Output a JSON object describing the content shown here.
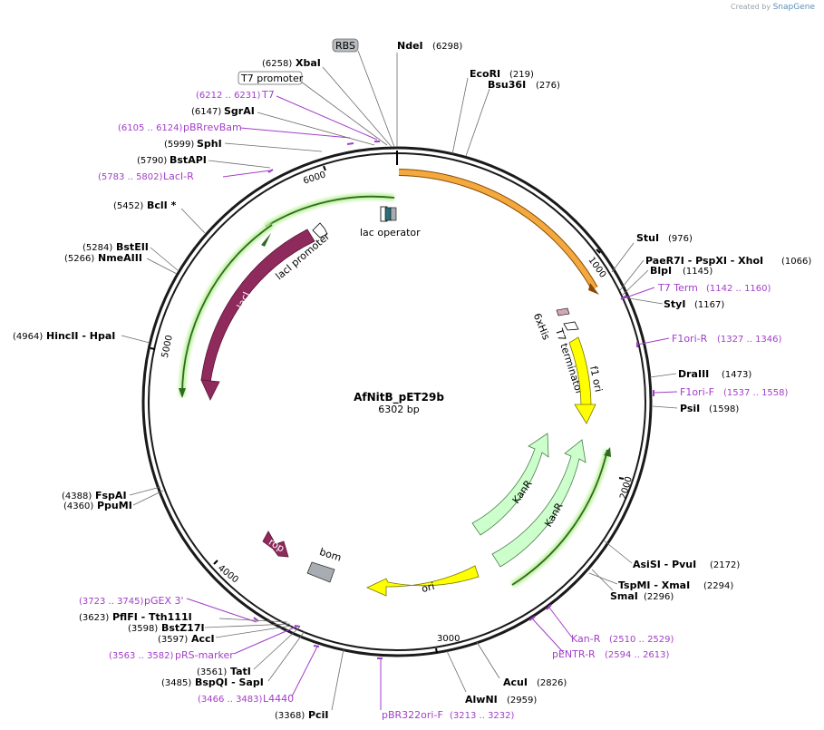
{
  "brand": {
    "prefix": "Created by",
    "name": "SnapGene"
  },
  "plasmid": {
    "name": "AfNitB_pET29b",
    "size": "6302 bp"
  },
  "ticks": [
    "1000",
    "2000",
    "3000",
    "4000",
    "5000",
    "6000"
  ],
  "enzymes": [
    {
      "name": "NdeI",
      "pos": "(6298)"
    },
    {
      "name": "XbaI",
      "pos": "(6258)"
    },
    {
      "name": "SgrAI",
      "pos": "(6147)"
    },
    {
      "name": "SphI",
      "pos": "(5999)"
    },
    {
      "name": "BstAPI",
      "pos": "(5790)"
    },
    {
      "name": "BclI *",
      "pos": "(5452)"
    },
    {
      "name": "BstEII",
      "pos": "(5284)"
    },
    {
      "name": "NmeAIII",
      "pos": "(5266)"
    },
    {
      "name": "HincII  - HpaI",
      "pos": "(4964)"
    },
    {
      "name": "FspAI",
      "pos": "(4388)"
    },
    {
      "name": "PpuMI",
      "pos": "(4360)"
    },
    {
      "name": "PflFI  - Tth111I",
      "pos": "(3623)"
    },
    {
      "name": "BstZ17I",
      "pos": "(3598)"
    },
    {
      "name": "AccI",
      "pos": "(3597)"
    },
    {
      "name": "TatI",
      "pos": "(3561)"
    },
    {
      "name": "BspQI  - SapI",
      "pos": "(3485)"
    },
    {
      "name": "PciI",
      "pos": "(3368)"
    },
    {
      "name": "EcoRI",
      "pos": "(219)"
    },
    {
      "name": "Bsu36I",
      "pos": "(276)"
    },
    {
      "name": "StuI",
      "pos": "(976)"
    },
    {
      "name": "PaeR7I  - PspXI  - XhoI",
      "pos": "(1066)"
    },
    {
      "name": "BlpI",
      "pos": "(1145)"
    },
    {
      "name": "StyI",
      "pos": "(1167)"
    },
    {
      "name": "DraIII",
      "pos": "(1473)"
    },
    {
      "name": "PsiI",
      "pos": "(1598)"
    },
    {
      "name": "AsiSI  - PvuI",
      "pos": "(2172)"
    },
    {
      "name": "TspMI  - XmaI",
      "pos": "(2294)"
    },
    {
      "name": "SmaI",
      "pos": "(2296)"
    },
    {
      "name": "AcuI",
      "pos": "(2826)"
    },
    {
      "name": "AlwNI",
      "pos": "(2959)"
    }
  ],
  "primers": [
    {
      "name": "T7",
      "range": "(6212 .. 6231)"
    },
    {
      "name": "pBRrevBam",
      "range": "(6105 .. 6124)"
    },
    {
      "name": "LacI-R",
      "range": "(5783 .. 5802)"
    },
    {
      "name": "T7 Term",
      "range": "(1142 .. 1160)"
    },
    {
      "name": "F1ori-R",
      "range": "(1327 .. 1346)"
    },
    {
      "name": "F1ori-F",
      "range": "(1537 .. 1558)"
    },
    {
      "name": "Kan-R",
      "range": "(2510 .. 2529)"
    },
    {
      "name": "pENTR-R",
      "range": "(2594 .. 2613)"
    },
    {
      "name": "pBR322ori-F",
      "range": "(3213 .. 3232)"
    },
    {
      "name": "pGEX 3'",
      "range": "(3723 .. 3745)"
    },
    {
      "name": "pRS-marker",
      "range": "(3563 .. 3582)"
    },
    {
      "name": "L4440",
      "range": "(3466 .. 3483)"
    }
  ],
  "features": {
    "rbs": "RBS",
    "t7_promoter": "T7 promoter",
    "lac_operator": "lac operator",
    "laci_promoter": "lacI promoter",
    "laci": "lacI",
    "his": "6xHis",
    "t7_terminator": "T7 terminator",
    "f1_ori": "f1 ori",
    "kanr_1": "KanR",
    "kanr_2": "KanR",
    "ori": "ori",
    "rop": "rop",
    "bom": "bom"
  },
  "colors": {
    "primer": "#a23ec9",
    "laci": "#8e2a5c",
    "f1ori": "#ffff00",
    "kanr": "#ccffcc",
    "orf": "#f3a93d",
    "bom": "#a8adb3"
  }
}
